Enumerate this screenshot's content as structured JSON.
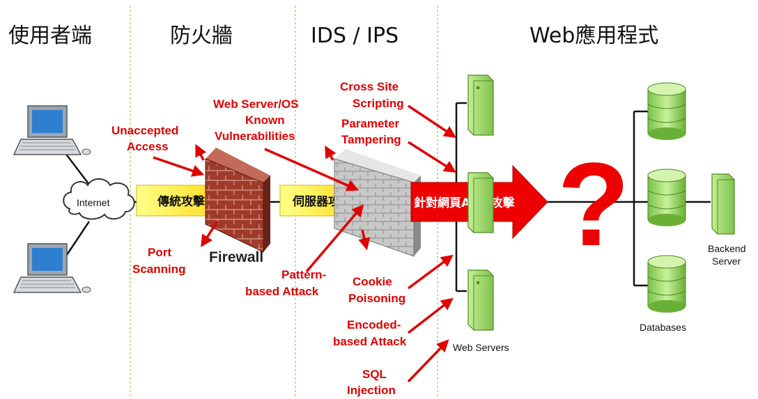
{
  "zones": [
    "使用者端",
    "防火牆",
    "IDS / IPS",
    "Web應用程式"
  ],
  "components": {
    "internet": "Internet",
    "firewall": "Firewall",
    "web_servers": "Web Servers",
    "databases": "Databases",
    "backend": [
      "Backend",
      "Server"
    ]
  },
  "banners": {
    "traditional": "傳統攻擊",
    "server": "伺服器攻擊",
    "webap": "針對網頁AP的攻擊"
  },
  "question_mark": "?",
  "attacks": {
    "unaccepted": [
      "Unaccepted",
      "Access"
    ],
    "port": [
      "Port",
      "Scanning"
    ],
    "known": [
      "Web Server/OS",
      "Known",
      "Vulnerabilities"
    ],
    "pattern": [
      "Pattern-",
      "based Attack"
    ],
    "xss": [
      "Cross Site",
      "Scripting"
    ],
    "param": [
      "Parameter",
      "Tampering"
    ],
    "cookie": [
      "Cookie",
      "Poisoning"
    ],
    "encoded": [
      "Encoded-",
      "based Attack"
    ],
    "sql": [
      "SQL",
      "Injection"
    ]
  },
  "colors": {
    "attack_red": "#e00000",
    "banner_yellow": "#ffff66",
    "banner_red": "#ee0000",
    "server_green": "#a6e06c",
    "divider": "#a8c050"
  }
}
